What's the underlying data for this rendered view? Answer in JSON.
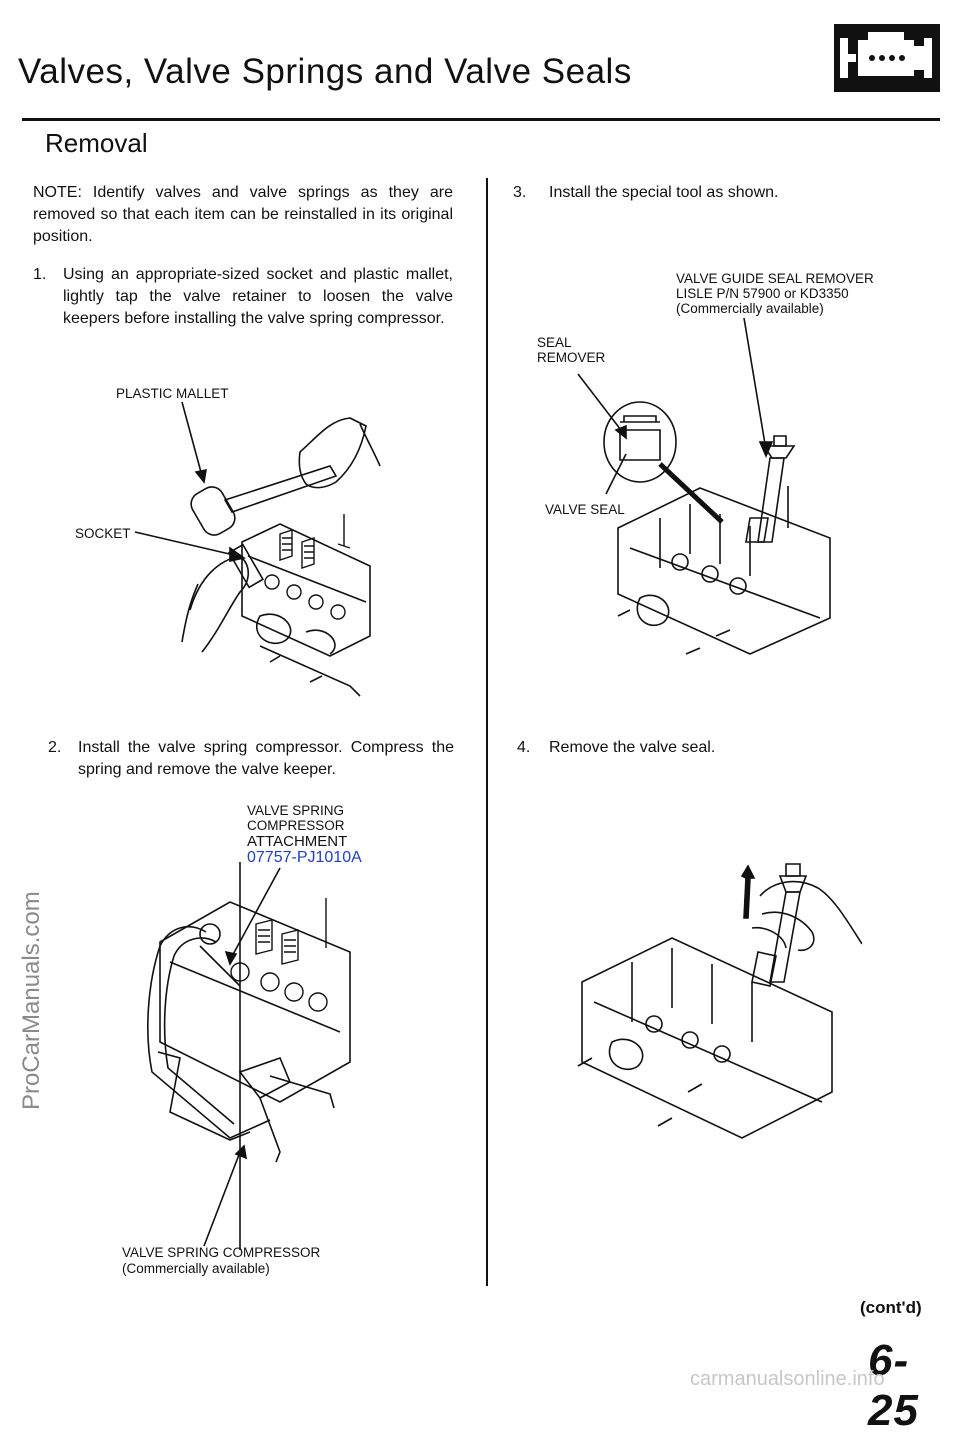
{
  "header": {
    "title": "Valves, Valve Springs and Valve Seals",
    "section": "Removal"
  },
  "left": {
    "note": "NOTE: Identify valves and valve springs as they are removed so that each item can be reinstalled in its original position.",
    "step1_num": "1.",
    "step1_text": "Using an appropriate-sized socket and plastic mallet, lightly tap the valve retainer to loosen the valve keepers before installing the valve spring compressor.",
    "fig1_label_mallet": "PLASTIC MALLET",
    "fig1_label_socket": "SOCKET",
    "step2_num": "2.",
    "step2_text": "Install the valve spring compressor. Compress the spring and remove the valve keeper.",
    "fig2_label_attachment_1": "VALVE SPRING",
    "fig2_label_attachment_2": "COMPRESSOR",
    "fig2_label_attachment_3": "ATTACHMENT",
    "fig2_label_part": "07757-PJ1010A",
    "fig2_label_compressor_1": "VALVE SPRING COMPRESSOR",
    "fig2_label_compressor_2": "(Commercially available)"
  },
  "right": {
    "step3_num": "3.",
    "step3_text": "Install the special tool as shown.",
    "fig3_label_remover_1": "VALVE GUIDE SEAL REMOVER",
    "fig3_label_remover_2": "LISLE P/N 57900 or KD3350",
    "fig3_label_remover_3": "(Commercially available)",
    "fig3_label_seal_remover_1": "SEAL",
    "fig3_label_seal_remover_2": "REMOVER",
    "fig3_label_valve_seal": "VALVE SEAL",
    "step4_num": "4.",
    "step4_text": "Remove the valve seal."
  },
  "footer": {
    "contd": "(cont'd)",
    "page": "6-25",
    "side_watermark": "ProCarManuals.com",
    "bottom_watermark": "carmanualsonline.info"
  }
}
